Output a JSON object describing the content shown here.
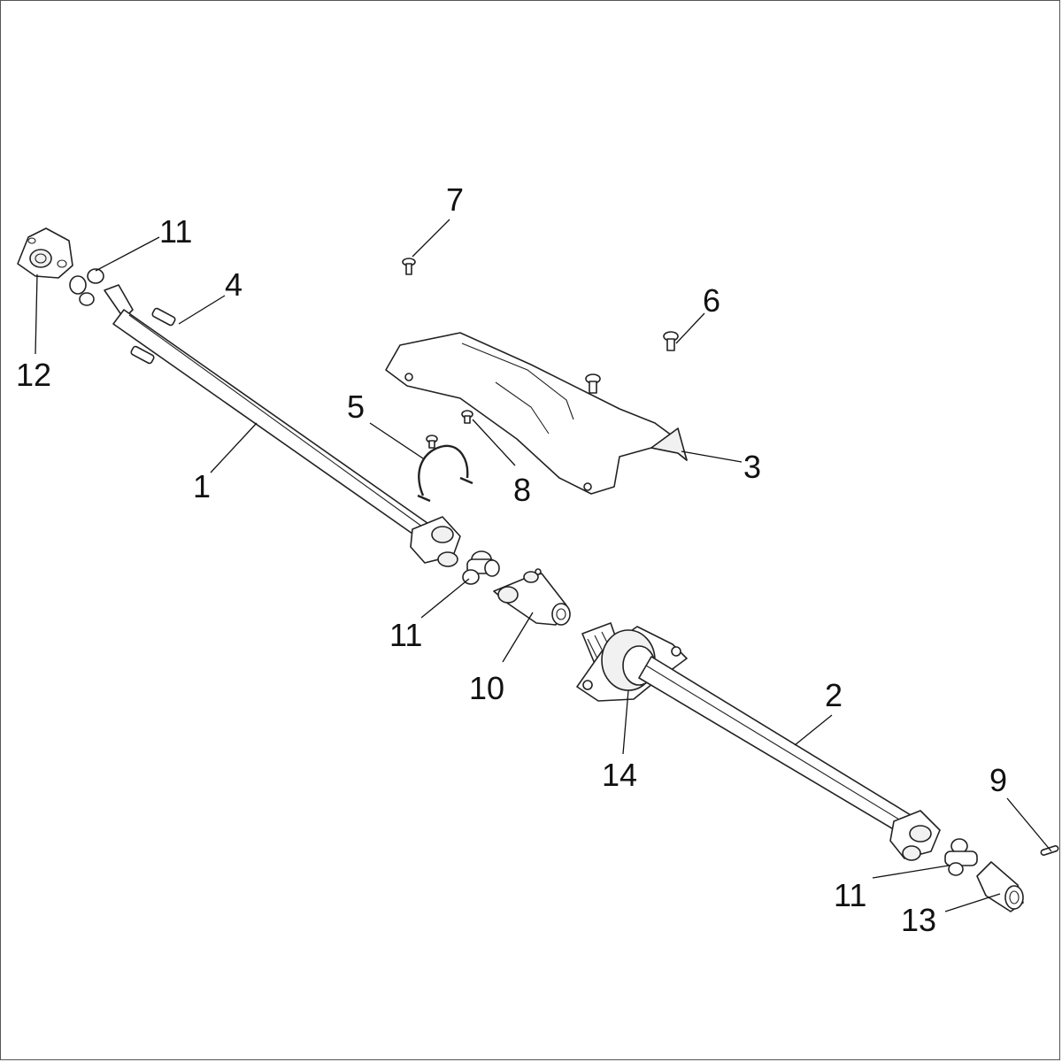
{
  "callouts": [
    {
      "id": "c1",
      "label": "1"
    },
    {
      "id": "c2",
      "label": "2"
    },
    {
      "id": "c3",
      "label": "3"
    },
    {
      "id": "c4",
      "label": "4"
    },
    {
      "id": "c5",
      "label": "5"
    },
    {
      "id": "c6",
      "label": "6"
    },
    {
      "id": "c7",
      "label": "7"
    },
    {
      "id": "c8",
      "label": "8"
    },
    {
      "id": "c9",
      "label": "9"
    },
    {
      "id": "c10",
      "label": "10"
    },
    {
      "id": "c11a",
      "label": "11"
    },
    {
      "id": "c11b",
      "label": "11"
    },
    {
      "id": "c11c",
      "label": "11"
    },
    {
      "id": "c12",
      "label": "12"
    },
    {
      "id": "c13",
      "label": "13"
    },
    {
      "id": "c14",
      "label": "14"
    }
  ]
}
